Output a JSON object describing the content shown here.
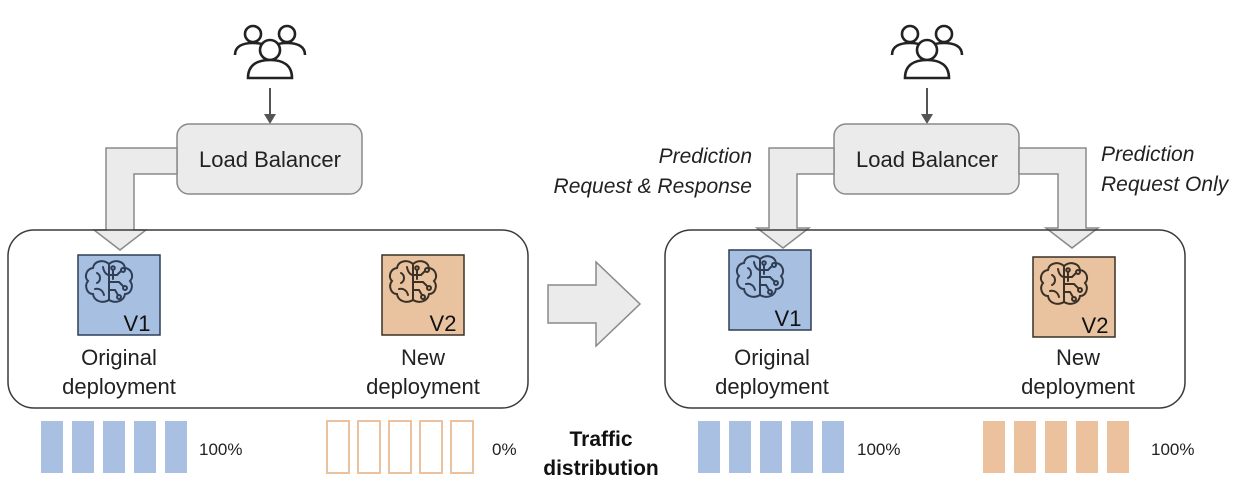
{
  "colors": {
    "v1_fill": "#a7bfe1",
    "v1_stroke": "#2f3e55",
    "v2_fill": "#e9c3a0",
    "v2_stroke": "#3a3026",
    "blue_bar": "#a9c0e2",
    "orange_bar": "#ecc19d",
    "lb_fill": "#ebebeb",
    "arrow_fill": "#ebebeb"
  },
  "left": {
    "load_balancer": "Load Balancer",
    "v1": {
      "version": "V1",
      "label_line1": "Original",
      "label_line2": "deployment",
      "icon": "brain-circuit-icon"
    },
    "v2": {
      "version": "V2",
      "label_line1": "New",
      "label_line2": "deployment",
      "icon": "brain-circuit-icon"
    },
    "traffic": {
      "v1_percent": "100%",
      "v2_percent": "0%",
      "v1_filled": true,
      "v2_filled": false,
      "bars": 5
    }
  },
  "right": {
    "load_balancer": "Load Balancer",
    "annotation_left_line1": "Prediction",
    "annotation_left_line2": "Request & Response",
    "annotation_right_line1": "Prediction",
    "annotation_right_line2": "Request Only",
    "v1": {
      "version": "V1",
      "label_line1": "Original",
      "label_line2": "deployment",
      "icon": "brain-circuit-icon"
    },
    "v2": {
      "version": "V2",
      "label_line1": "New",
      "label_line2": "deployment",
      "icon": "brain-circuit-icon"
    },
    "traffic": {
      "v1_percent": "100%",
      "v2_percent": "100%",
      "v1_filled": true,
      "v2_filled": true,
      "bars": 5
    }
  },
  "center": {
    "traffic_label_line1": "Traffic",
    "traffic_label_line2": "distribution",
    "transition_icon": "right-arrow-icon"
  },
  "users_icon": "users-group-icon"
}
